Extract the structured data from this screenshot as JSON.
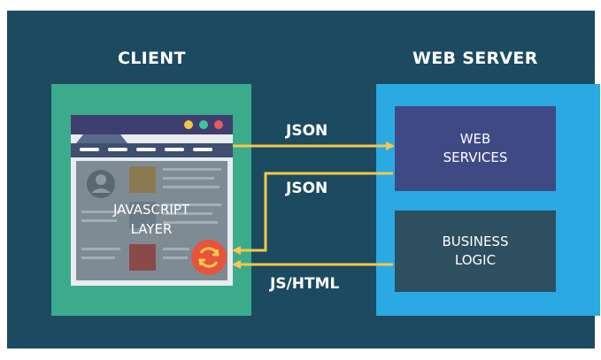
{
  "client": {
    "title": "CLIENT",
    "layer_label": "JAVASCRIPT\nLAYER"
  },
  "server": {
    "title": "WEB SERVER",
    "web_services": "WEB\nSERVICES",
    "business_logic": "BUSINESS\nLOGIC"
  },
  "arrows": {
    "top": "JSON",
    "middle": "JSON",
    "bottom": "JS/HTML"
  },
  "colors": {
    "background": "#1c4a60",
    "client_panel": "#3cab8c",
    "server_panel": "#2aa9e3",
    "web_services": "#3f4a84",
    "business_logic": "#2d4f5f",
    "arrow": "#f6c84b",
    "refresh_badge": "#e8533c"
  },
  "icons": [
    "browser-window-icon",
    "refresh-icon",
    "user-avatar-icon"
  ]
}
